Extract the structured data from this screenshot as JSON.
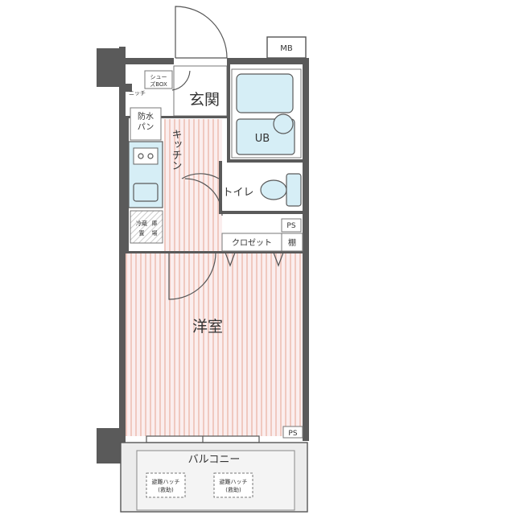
{
  "rooms": {
    "genkan": "玄関",
    "ub": "UB",
    "kitchen": "キッチン",
    "toilet": "トイレ",
    "closet": "クロゼット",
    "tana": "棚",
    "youshitsu": "洋室",
    "balcony": "バルコニー",
    "bousui_pan_1": "防水",
    "bousui_pan_2": "パン",
    "reizouko_1": "冷蔵",
    "reizouko_2": "庫",
    "reizouko_3": "置",
    "reizouko_4": "場",
    "shoes_1": "シュー",
    "shoes_2": "ズBOX",
    "nitch": "ニッチ"
  },
  "labels": {
    "mb": "MB",
    "ps_upper": "PS",
    "ps_lower": "PS",
    "hatch_left_1": "避難ハッチ",
    "hatch_left_2": "(救助)",
    "hatch_right_1": "避難ハッチ",
    "hatch_right_2": "(救助)"
  },
  "colors": {
    "floor_stripe": "#f0c9c0",
    "floor_base": "#fbeeee",
    "fixture": "#d6eef6",
    "wall": "#5a5a5a"
  }
}
